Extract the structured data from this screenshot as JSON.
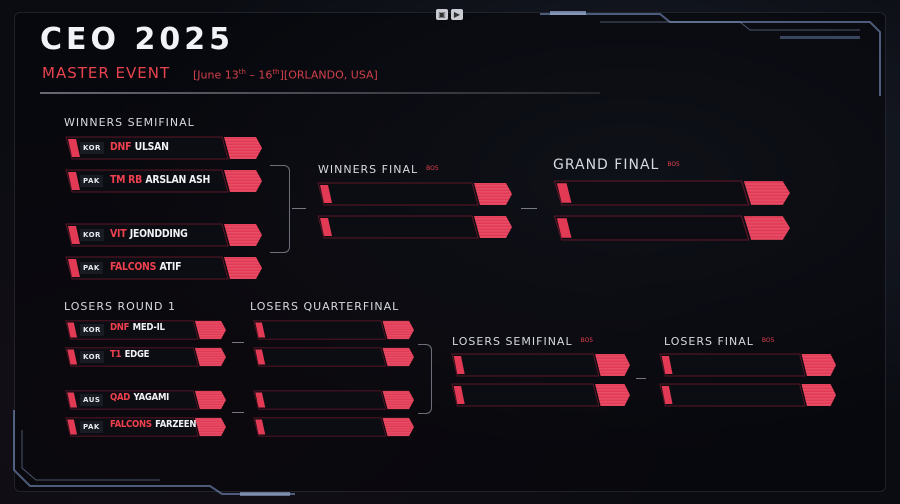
{
  "event": {
    "title": "CEO 2025",
    "subtitle": "MASTER EVENT",
    "date_prefix": "[June 13",
    "date_sup1": "th",
    "date_mid": " – 16",
    "date_sup2": "th",
    "date_suffix": "][ORLANDO, USA]"
  },
  "colors": {
    "accent": "#e8434f",
    "slot_fill": "#e23a55",
    "background": "#0a0c12"
  },
  "sections": {
    "winners_semifinal": {
      "label": "WINNERS SEMIFINAL"
    },
    "winners_final": {
      "label": "WINNERS FINAL",
      "format": "BO5"
    },
    "grand_final": {
      "label": "GRAND FINAL",
      "format": "BO5"
    },
    "losers_round1": {
      "label": "LOSERS ROUND 1"
    },
    "losers_quarterfinal": {
      "label": "LOSERS QUARTERFINAL"
    },
    "losers_semifinal": {
      "label": "LOSERS SEMIFINAL",
      "format": "BO5"
    },
    "losers_final": {
      "label": "LOSERS FINAL",
      "format": "BO5"
    }
  },
  "winners_semifinal": [
    {
      "country": "KOR",
      "team": "DNF",
      "player": "ULSAN"
    },
    {
      "country": "PAK",
      "team": "TM RB",
      "player": "ARSLAN ASH"
    },
    {
      "country": "KOR",
      "team": "VIT",
      "player": "JEONDDING"
    },
    {
      "country": "PAK",
      "team": "FALCONS",
      "player": "ATIF"
    }
  ],
  "losers_round1": [
    {
      "country": "KOR",
      "team": "DNF",
      "player": "MED-IL"
    },
    {
      "country": "KOR",
      "team": "T1",
      "player": "EDGE"
    },
    {
      "country": "AUS",
      "team": "QAD",
      "player": "YAGAMI"
    },
    {
      "country": "PAK",
      "team": "FALCONS",
      "player": "FARZEEN"
    }
  ]
}
